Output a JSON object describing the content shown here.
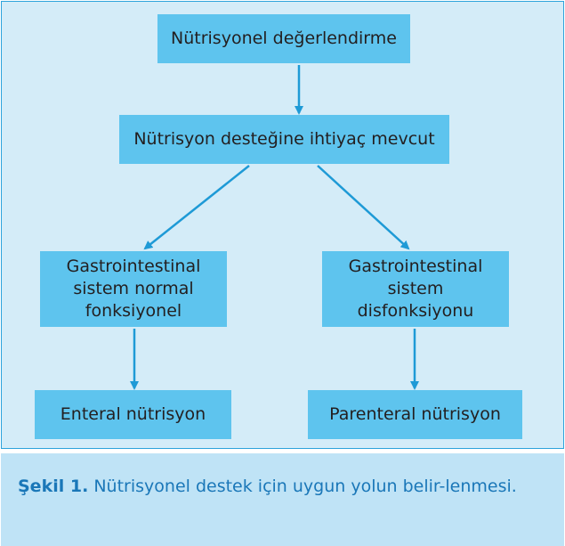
{
  "flowchart": {
    "nodes": [
      {
        "id": "n1",
        "lines": [
          "Nütrisyonel değerlendirme"
        ]
      },
      {
        "id": "n2",
        "lines": [
          "Nütrisyon desteğine ihtiyaç mevcut"
        ]
      },
      {
        "id": "n3",
        "lines": [
          "Gastrointestinal",
          "sistem normal",
          "fonksiyonel"
        ]
      },
      {
        "id": "n4",
        "lines": [
          "Gastrointestinal",
          "sistem",
          "disfonksiyonu"
        ]
      },
      {
        "id": "n5",
        "lines": [
          "Enteral nütrisyon"
        ]
      },
      {
        "id": "n6",
        "lines": [
          "Parenteral nütrisyon"
        ]
      }
    ],
    "edges": [
      {
        "from": "n1",
        "to": "n2"
      },
      {
        "from": "n2",
        "to": "n3"
      },
      {
        "from": "n2",
        "to": "n4"
      },
      {
        "from": "n3",
        "to": "n5"
      },
      {
        "from": "n4",
        "to": "n6"
      }
    ]
  },
  "caption": {
    "label": "Şekil 1.",
    "text": "Nütrisyonel destek için uygun yolun belir-lenmesi."
  },
  "colors": {
    "panel_background": "#d4ecf8",
    "node_fill": "#5ec4ee",
    "arrow": "#1e9ad6",
    "caption_background": "#bfe3f6",
    "caption_text": "#1a77b8"
  }
}
